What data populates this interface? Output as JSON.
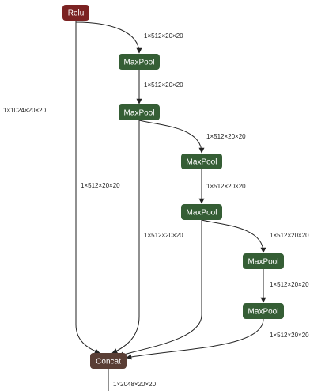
{
  "colors": {
    "relu": "#7b2222",
    "maxpool": "#355e35",
    "concat": "#5a3e35",
    "edge": "#222222"
  },
  "nodes": [
    {
      "id": "relu",
      "label": "Relu",
      "kind": "relu"
    },
    {
      "id": "maxpool1",
      "label": "MaxPool",
      "kind": "maxpool"
    },
    {
      "id": "maxpool2",
      "label": "MaxPool",
      "kind": "maxpool"
    },
    {
      "id": "maxpool3",
      "label": "MaxPool",
      "kind": "maxpool"
    },
    {
      "id": "maxpool4",
      "label": "MaxPool",
      "kind": "maxpool"
    },
    {
      "id": "maxpool5",
      "label": "MaxPool",
      "kind": "maxpool"
    },
    {
      "id": "maxpool6",
      "label": "MaxPool",
      "kind": "maxpool"
    },
    {
      "id": "concat",
      "label": "Concat",
      "kind": "concat"
    }
  ],
  "edges": [
    {
      "from": "relu",
      "to": "maxpool1",
      "label": "1×512×20×20"
    },
    {
      "from": "maxpool1",
      "to": "maxpool2",
      "label": "1×512×20×20"
    },
    {
      "from": "maxpool2",
      "to": "maxpool3",
      "label": "1×512×20×20"
    },
    {
      "from": "maxpool3",
      "to": "maxpool4",
      "label": "1×512×20×20"
    },
    {
      "from": "maxpool4",
      "to": "maxpool5",
      "label": "1×512×20×20"
    },
    {
      "from": "maxpool5",
      "to": "maxpool6",
      "label": "1×512×20×20"
    },
    {
      "from": "relu",
      "to": "concat",
      "label": "1×1024×20×20"
    },
    {
      "from": "maxpool2",
      "to": "concat",
      "label": "1×512×20×20"
    },
    {
      "from": "maxpool4",
      "to": "concat",
      "label": "1×512×20×20"
    },
    {
      "from": "maxpool6",
      "to": "concat",
      "label": "1×512×20×20"
    },
    {
      "from": "concat",
      "to": "output",
      "label": "1×2048×20×20"
    }
  ]
}
